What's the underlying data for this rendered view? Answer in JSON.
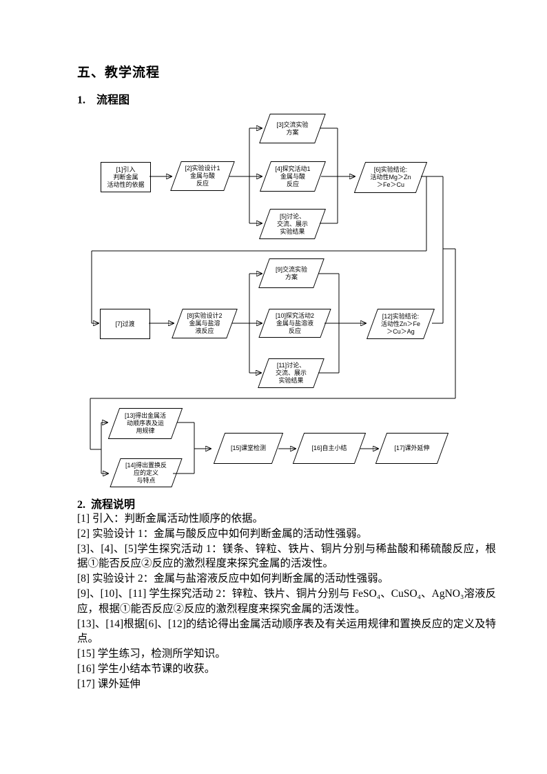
{
  "headings": {
    "section": "五、教学流程",
    "sub1_num": "1.",
    "sub1_label": "流程图",
    "sub2_num": "2.",
    "sub2_label": "流程说明"
  },
  "flowchart": {
    "nodes": {
      "n1": {
        "shape": "rect",
        "lines": [
          "[1]引入",
          "判断金属",
          "活动性的依据"
        ]
      },
      "n2": {
        "shape": "parallelogram",
        "lines": [
          "[2]实验设计1",
          "金属与酸",
          "反应"
        ]
      },
      "n3": {
        "shape": "parallelogram",
        "lines": [
          "[3]交流实验",
          "方案"
        ]
      },
      "n4": {
        "shape": "parallelogram",
        "lines": [
          "[4]探究活动1",
          "金属与酸",
          "反应"
        ]
      },
      "n5": {
        "shape": "parallelogram",
        "lines": [
          "[5]讨论、",
          "交流、展示",
          "实验结果"
        ]
      },
      "n6": {
        "shape": "parallelogram",
        "lines": [
          "[6]实验结论:",
          "活动性Mg＞Zn",
          "＞Fe＞Cu"
        ]
      },
      "n7": {
        "shape": "rect",
        "lines": [
          "[7]过渡"
        ]
      },
      "n8": {
        "shape": "parallelogram",
        "lines": [
          "[8]实验设计2",
          "金属与盐溶",
          "液反应"
        ]
      },
      "n9": {
        "shape": "parallelogram",
        "lines": [
          "[9]交流实验",
          "方案"
        ]
      },
      "n10": {
        "shape": "parallelogram",
        "lines": [
          "[10]探究活动2",
          "金属与盐溶液",
          "反应"
        ]
      },
      "n11": {
        "shape": "parallelogram",
        "lines": [
          "[11]讨论、",
          "交流、展示",
          "实验结果"
        ]
      },
      "n12": {
        "shape": "parallelogram",
        "lines": [
          "[12]实验结论:",
          "活动性Zn＞Fe",
          "＞Cu＞Ag"
        ]
      },
      "n13": {
        "shape": "parallelogram",
        "lines": [
          "[13]得出金属活",
          "动顺序表及运",
          "用规律"
        ]
      },
      "n14": {
        "shape": "parallelogram",
        "lines": [
          "[14]得出置换反",
          "应的定义",
          "与特点"
        ]
      },
      "n15": {
        "shape": "parallelogram",
        "lines": [
          "[15]课堂检测"
        ]
      },
      "n16": {
        "shape": "parallelogram",
        "lines": [
          "[16]自主小结"
        ]
      },
      "n17": {
        "shape": "parallelogram",
        "lines": [
          "[17]课外延伸"
        ]
      }
    }
  },
  "notes": [
    "[1] 引入：判断金属活动性顺序的依据。",
    "[2] 实验设计 1：金属与酸反应中如何判断金属的活动性强弱。",
    "[3]、[4]、[5]学生探究活动 1：镁条、锌粒、铁片、铜片分别与稀盐酸和稀硫酸反应，根据①能否反应②反应的激烈程度来探究金属的活泼性。",
    "[8] 实验设计 2：金属与盐溶液反应中如何判断金属的活动性强弱。",
    "[9]、[10]、[11] 学生探究活动 2：锌粒、铁片、铜片分别与 FeSO₄、CuSO₄、AgNO₃溶液反应，根据①能否反应②反应的激烈程度来探究金属的活泼性。",
    "[13]、[14]根据[6]、[12]的结论得出金属活动顺序表及有关运用规律和置换反应的定义及特点。",
    "[15] 学生练习，检测所学知识。",
    "[16] 学生小结本节课的收获。",
    "[17] 课外延伸"
  ]
}
